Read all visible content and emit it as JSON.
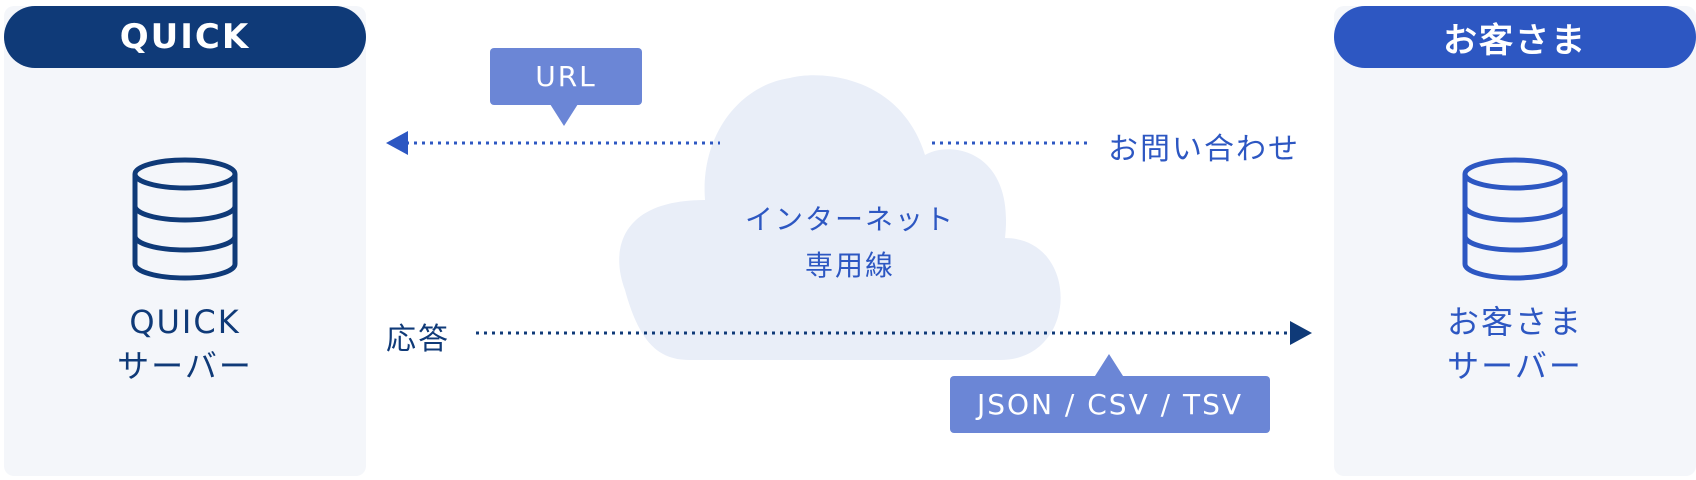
{
  "left_panel": {
    "header": "QUICK",
    "server_line1": "QUICK",
    "server_line2": "サーバー"
  },
  "right_panel": {
    "header": "お客さま",
    "server_line1": "お客さま",
    "server_line2": "サーバー"
  },
  "cloud": {
    "line1": "インターネット",
    "line2": "専用線"
  },
  "request": {
    "label": "お問い合わせ",
    "callout": "URL"
  },
  "response": {
    "label": "応答",
    "callout": "JSON / CSV / TSV"
  },
  "icons": {
    "server": "database-icon",
    "request_arrow": "arrow-left-icon",
    "response_arrow": "arrow-right-icon"
  },
  "colors": {
    "navy": "#0f3a78",
    "blue": "#2d57c2",
    "callout": "#6b86d6",
    "cloud": "#e9eef8",
    "panel": "#f4f6fa"
  }
}
